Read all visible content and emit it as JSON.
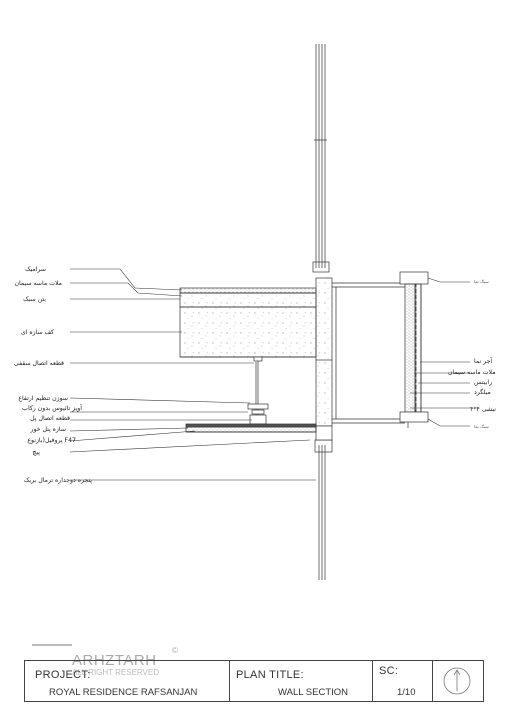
{
  "labels_left": [
    "سرامیک",
    "ملات ماسه سیمان",
    "بتن سبک",
    "کف سازه ای",
    "قطعه اتصال سقفی",
    "سوزن تنظیم ارتفاع",
    "آویز تائیوس بدون رکاب",
    "قطعه اتصال پل",
    "سازه پنل خور",
    "پروفیل(بازنوع F47",
    "پیچ",
    "پنجره دوجداره ترمال بریک"
  ],
  "labels_right": [
    "سنگ نما",
    "آجر نما",
    "ملات ماسه سیمان",
    "رابیتس",
    "میلگرد",
    "نبشی ۴*۴",
    "سنگ نما"
  ],
  "title_block": {
    "project_heading": "PROJECT:",
    "project_name": "ROYAL RESIDENCE RAFSANJAN",
    "plan_heading": "PLAN TITLE:",
    "plan_name": "WALL SECTION",
    "scale_heading": "SC:",
    "scale_value": "1/10",
    "logo_text": "ARHZTARH",
    "logo_sub": "ALL RIGHT RESERVED",
    "logo_mark": "©"
  }
}
